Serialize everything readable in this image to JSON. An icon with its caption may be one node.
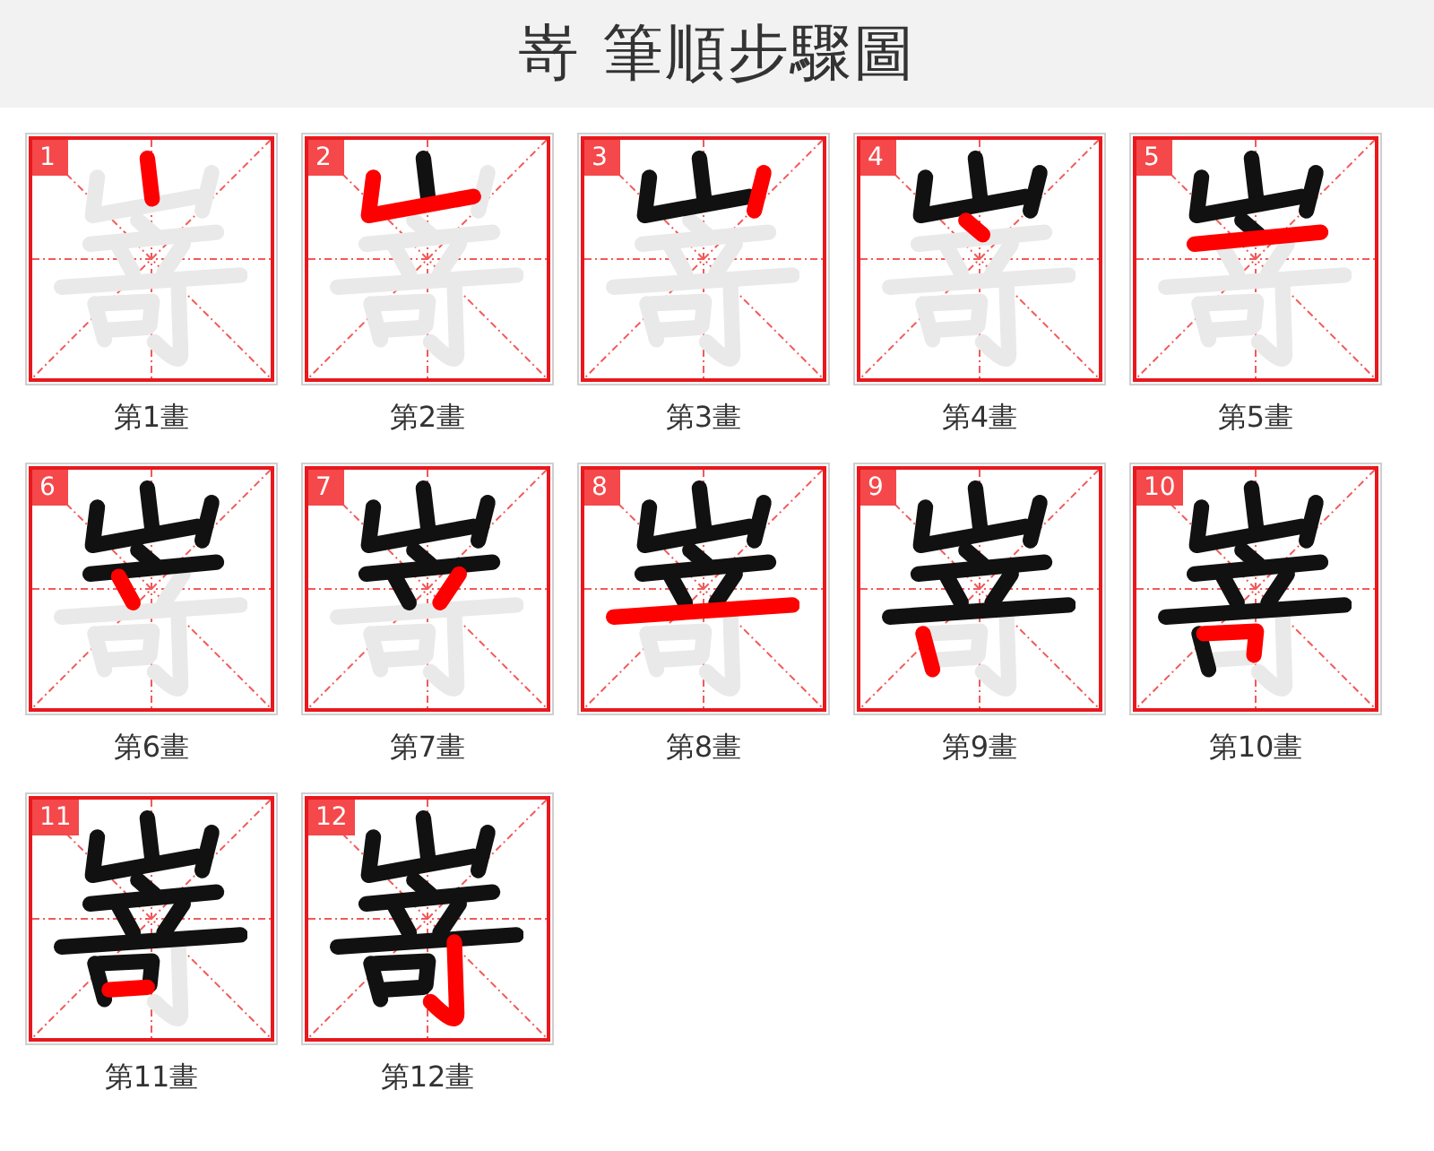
{
  "diagram": {
    "title": "嵜 筆順步驟圖",
    "nodes": [
      {
        "text": [
          "1"
        ],
        "beside": [
          "第1畫"
        ]
      },
      {
        "text": [
          "2"
        ],
        "beside": [
          "第2畫"
        ]
      },
      {
        "text": [
          "3"
        ],
        "beside": [
          "第3畫"
        ]
      },
      {
        "text": [
          "4"
        ],
        "beside": [
          "第4畫"
        ]
      },
      {
        "text": [
          "5"
        ],
        "beside": [
          "第5畫"
        ]
      },
      {
        "text": [
          "6"
        ],
        "beside": [
          "第6畫"
        ]
      },
      {
        "text": [
          "7"
        ],
        "beside": [
          "第7畫"
        ]
      },
      {
        "text": [
          "8"
        ],
        "beside": [
          "第8畫"
        ]
      },
      {
        "text": [
          "9"
        ],
        "beside": [
          "第9畫"
        ]
      },
      {
        "text": [
          "10"
        ],
        "beside": [
          "第10畫"
        ]
      },
      {
        "text": [
          "11"
        ],
        "beside": [
          "第11畫"
        ]
      },
      {
        "text": [
          "12"
        ],
        "beside": [
          "第12畫"
        ]
      }
    ]
  }
}
